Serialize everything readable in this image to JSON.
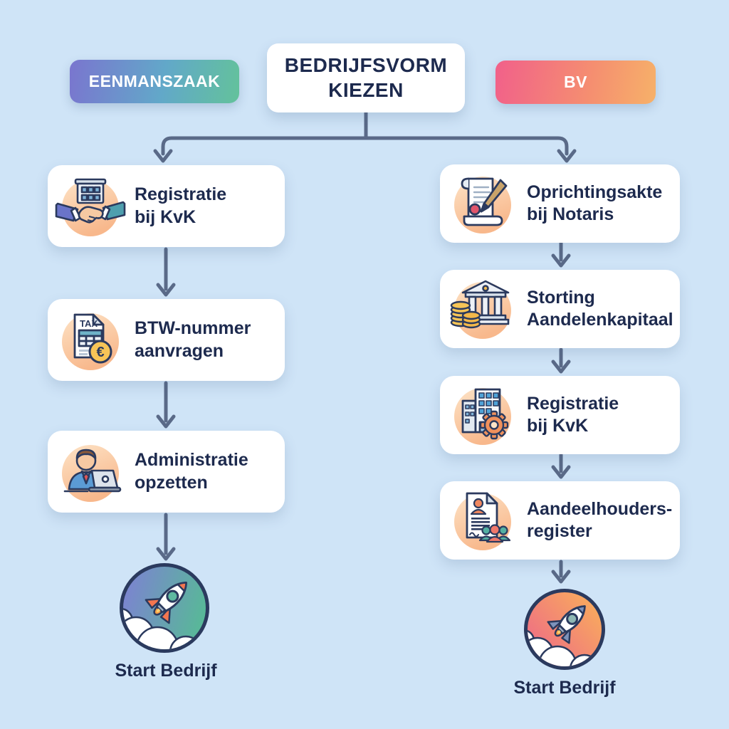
{
  "title": {
    "line1": "BEDRIJFSVORM",
    "line2": "KIEZEN"
  },
  "branch_labels": {
    "left": "EENMANSZAAK",
    "right": "BV"
  },
  "left_branch": {
    "steps": [
      {
        "icon": "handshake-building-icon",
        "line1": "Registratie",
        "line2": "bij KvK"
      },
      {
        "icon": "tax-document-euro-icon",
        "line1": "BTW-nummer",
        "line2": "aanvragen"
      },
      {
        "icon": "person-laptop-icon",
        "line1": "Administratie",
        "line2": "opzetten"
      }
    ],
    "end": {
      "icon": "rocket-launch-icon",
      "label": "Start Bedrijf"
    }
  },
  "right_branch": {
    "steps": [
      {
        "icon": "notary-deed-pen-icon",
        "line1": "Oprichtingsakte",
        "line2": "bij Notaris"
      },
      {
        "icon": "bank-coins-icon",
        "line1": "Storting",
        "line2": "Aandelenkapitaal"
      },
      {
        "icon": "building-gear-icon",
        "line1": "Registratie",
        "line2": "bij KvK"
      },
      {
        "icon": "shareholder-register-icon",
        "line1": "Aandeelhouders-",
        "line2": "register"
      }
    ],
    "end": {
      "icon": "rocket-launch-icon",
      "label": "Start Bedrijf"
    }
  },
  "colors": {
    "background": "#cfe4f7",
    "card": "#ffffff",
    "text": "#1d2a4e",
    "connector": "#5a6a88",
    "left_pill_gradient": [
      "#7a75cf",
      "#63c29b"
    ],
    "right_pill_gradient": [
      "#f1608a",
      "#f6b169"
    ],
    "icon_circle_gradient": [
      "#fde3c6",
      "#f8b88c"
    ],
    "left_rocket_gradient": [
      "#7b85cf",
      "#58b898"
    ],
    "right_rocket_gradient": [
      "#ee6d85",
      "#f8a95e"
    ]
  }
}
